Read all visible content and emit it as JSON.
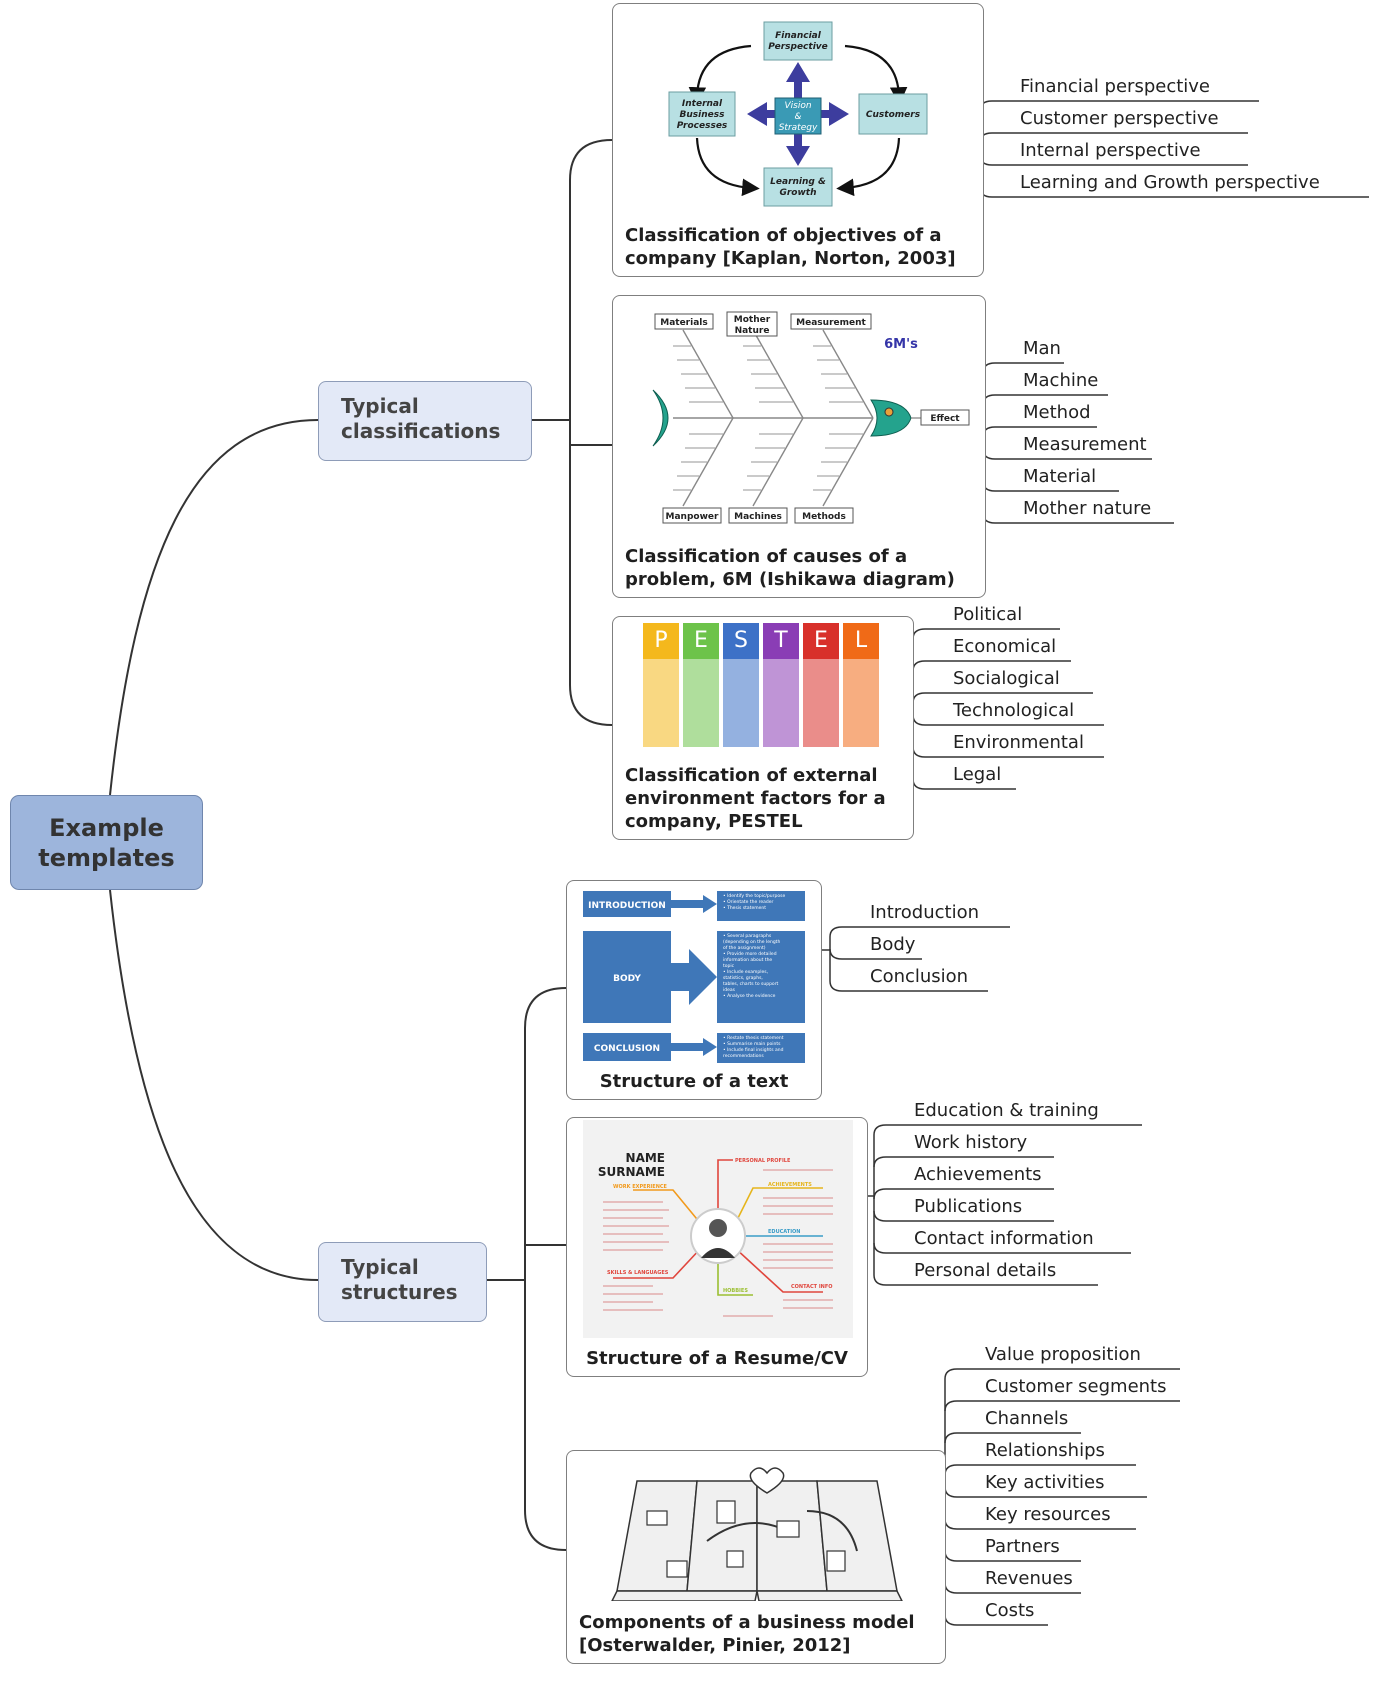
{
  "root": {
    "label": "Example\ntemplates"
  },
  "branches": [
    {
      "label": "Typical\nclassifications",
      "cards": [
        {
          "caption": "Classification of objectives of a\ncompany [Kaplan, Norton, 2003]",
          "image": {
            "center": "Vision\n&\nStrategy",
            "top": "Financial\nPerspective",
            "right": "Customers",
            "bottom": "Learning &\nGrowth",
            "left": "Internal\nBusiness\nProcesses"
          },
          "leaves": [
            "Financial perspective",
            "Customer perspective",
            "Internal perspective",
            "Learning and Growth perspective"
          ]
        },
        {
          "caption": "Classification of causes of a\nproblem, 6M (Ishikawa diagram)",
          "image": {
            "title": "6M's",
            "top_labels": [
              "Materials",
              "Mother\nNature",
              "Measurement"
            ],
            "bottom_labels": [
              "Manpower",
              "Machines",
              "Methods"
            ],
            "effect": "Effect"
          },
          "leaves": [
            "Man",
            "Machine",
            "Method",
            "Measurement",
            "Material",
            "Mother nature"
          ]
        },
        {
          "caption": "Classification of external\nenvironment factors for a\ncompany, PESTEL",
          "image": {
            "letters": [
              "P",
              "E",
              "S",
              "T",
              "E",
              "L"
            ],
            "colors": [
              "#f4b81c",
              "#6dc34a",
              "#3d71c7",
              "#8a3db5",
              "#d8302a",
              "#f06a17"
            ]
          },
          "leaves": [
            "Political",
            "Economical",
            "Socialogical",
            "Technological",
            "Environmental",
            "Legal"
          ]
        }
      ]
    },
    {
      "label": "Typical\nstructures",
      "cards": [
        {
          "caption": "Structure of a text",
          "image": {
            "sections": [
              "INTRODUCTION",
              "BODY",
              "CONCLUSION"
            ],
            "bullets": [
              [
                "Identify the topic/purpose",
                "Orientate the reader",
                "Thesis statement"
              ],
              [
                "Several paragraphs (depending on the length of the assignment)",
                "Provide more detailed information about the topic",
                "Include examples, statistics, graphs, tables, charts to support ideas",
                "Analyse the evidence"
              ],
              [
                "Restate thesis statement",
                "Summarise main points",
                "Include final insights and recommendations"
              ]
            ]
          },
          "leaves": [
            "Introduction",
            "Body",
            "Conclusion"
          ]
        },
        {
          "caption": "Structure of a Resume/CV",
          "image": {
            "name": "NAME\nSURNAME",
            "sections": [
              "PERSONAL PROFILE",
              "WORK EXPERIENCE",
              "ACHIEVEMENTS",
              "EDUCATION",
              "SKILLS & LANGUAGES",
              "HOBBIES",
              "CONTACT INFO"
            ]
          },
          "leaves": [
            "Education & training",
            "Work history",
            "Achievements",
            "Publications",
            "Contact information",
            "Personal details"
          ]
        },
        {
          "caption": "Components of a business model\n[Osterwalder, Pinier, 2012]",
          "leaves": [
            "Value proposition",
            "Customer segments",
            "Channels",
            "Relationships",
            "Key activities",
            "Key resources",
            "Partners",
            "Revenues",
            "Costs"
          ]
        }
      ]
    }
  ]
}
